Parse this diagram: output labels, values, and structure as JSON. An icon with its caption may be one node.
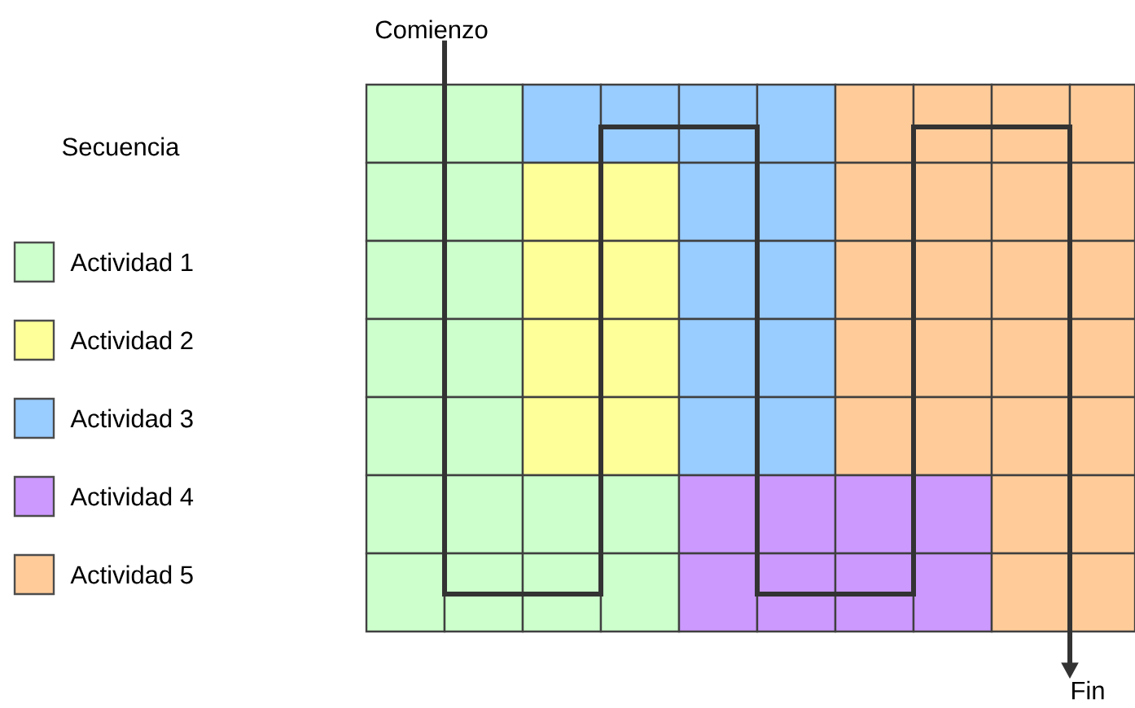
{
  "diagram": {
    "nodes": [
      {
        "text": [
          "Comienzo"
        ]
      },
      {
        "text": [
          "Fin"
        ]
      }
    ],
    "edges": [
      {
        "from": 0,
        "to": 1,
        "arrow": "to"
      }
    ],
    "labels": [
      "Secuencia"
    ],
    "legend": [
      {
        "text": "Actividad 1",
        "color": "#ccffcc"
      },
      {
        "text": "Actividad 2",
        "color": "#ffff99"
      },
      {
        "text": "Actividad 3",
        "color": "#99ccff"
      },
      {
        "text": "Actividad 4",
        "color": "#cc99ff"
      },
      {
        "text": "Actividad 5",
        "color": "#ffcc99"
      }
    ]
  }
}
